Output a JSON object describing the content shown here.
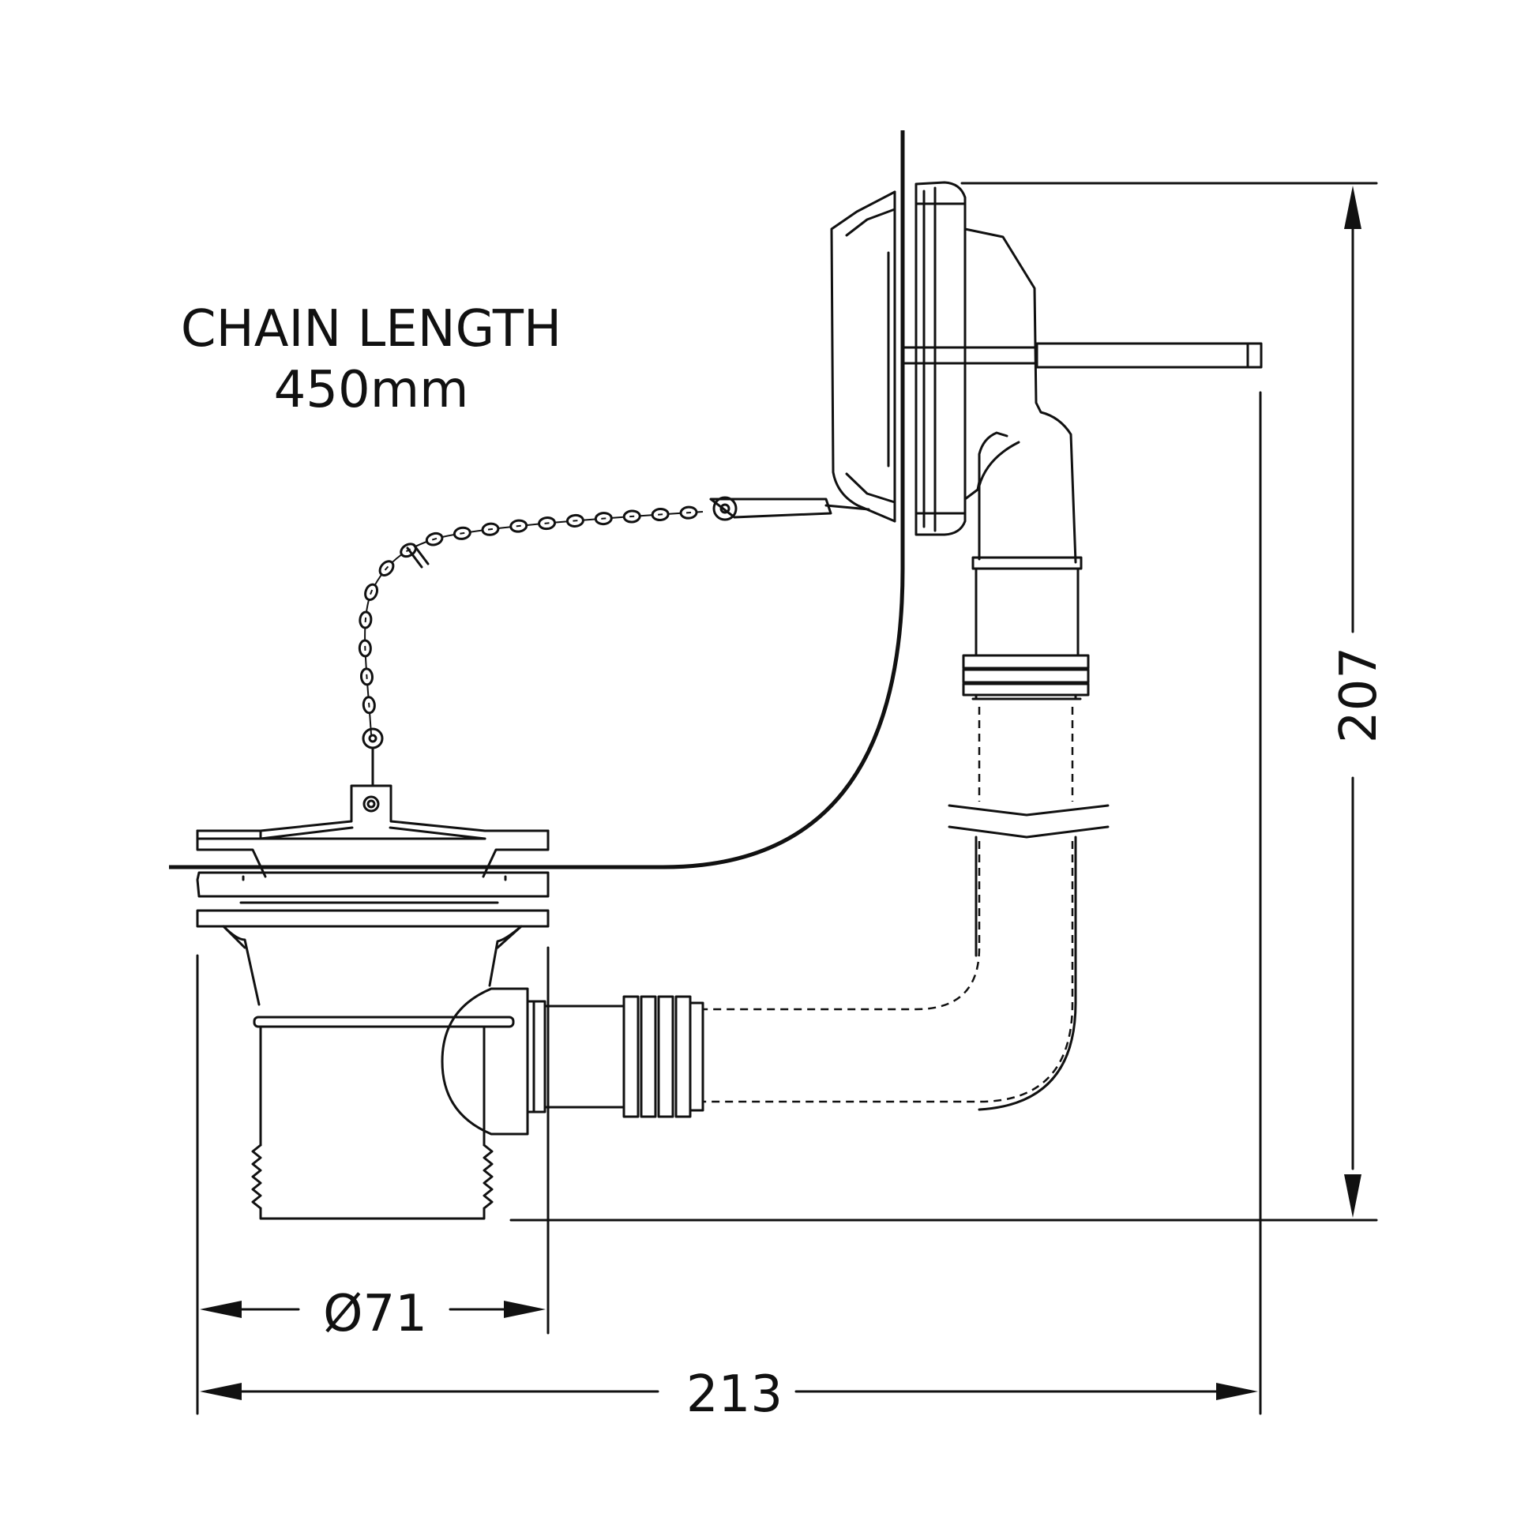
{
  "labels": {
    "chain_title": "CHAIN LENGTH",
    "chain_value": "450mm"
  },
  "dimensions": {
    "diameter": "Ø71",
    "width": "213",
    "height": "207"
  },
  "colors": {
    "line": "#111111",
    "background": "#ffffff"
  }
}
